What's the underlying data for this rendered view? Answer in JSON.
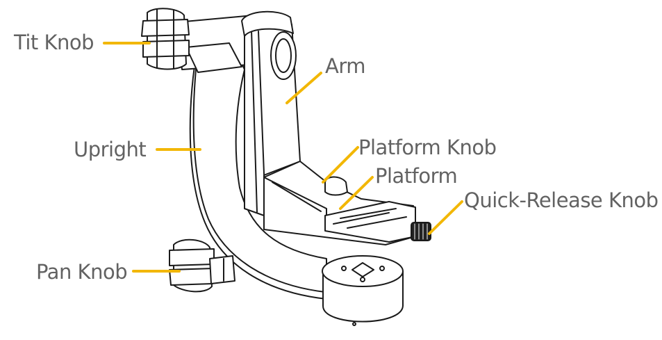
{
  "colors": {
    "label": "#626262",
    "leader": "#f2b705",
    "line": "#1a1a1a",
    "fill": "#ffffff"
  },
  "labels": {
    "tilt_knob": "Tit Knob",
    "arm": "Arm",
    "upright": "Upright",
    "platform_knob": "Platform Knob",
    "platform": "Platform",
    "quick_release_knob": "Quick-Release Knob",
    "pan_knob": "Pan Knob"
  }
}
